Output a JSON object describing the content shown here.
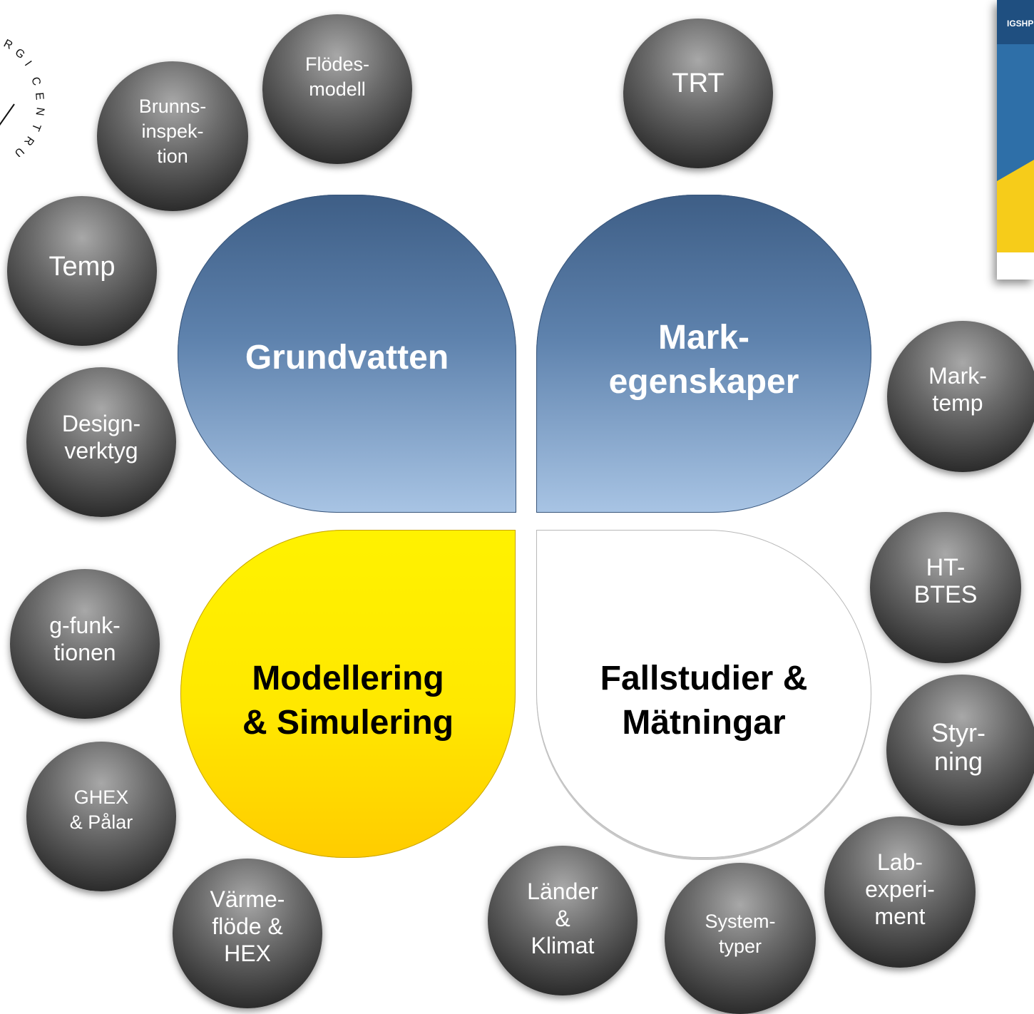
{
  "petals": {
    "top_left": "Grundvatten",
    "top_right": "Mark-\negenskaper",
    "bottom_left": "Modellering\n& Simulering",
    "bottom_right": "Fallstudier &\nMätningar"
  },
  "bubbles": {
    "flodesmodell": "Flödes-\nmodell",
    "brunnsinspektion": "Brunns-\ninspek-\ntion",
    "temp": "Temp",
    "designverktyg": "Design-\nverktyg",
    "g_funktionen": "g-funk-\ntionen",
    "ghex": "GHEX\n& Pålar",
    "varmeflode": "Värme-\nflöde &\nHEX",
    "trt": "TRT",
    "marktemp": "Mark-\ntemp",
    "ht_btes": "HT-\nBTES",
    "styrning": "Styr-\nning",
    "labexperiment": "Lab-\nexperi-\nment",
    "systemtyper": "System-\ntyper",
    "lander": "Länder\n&\nKlimat"
  },
  "decor": {
    "logo_ring_text": "RGICENTRU",
    "side_image_text": "IGSHP"
  },
  "colors": {
    "petal_blue_top": "#3e5e86",
    "petal_blue_bottom": "#a8c4e4",
    "petal_yellow": "#fff200",
    "bubble_dark": "#2e2e2e"
  }
}
